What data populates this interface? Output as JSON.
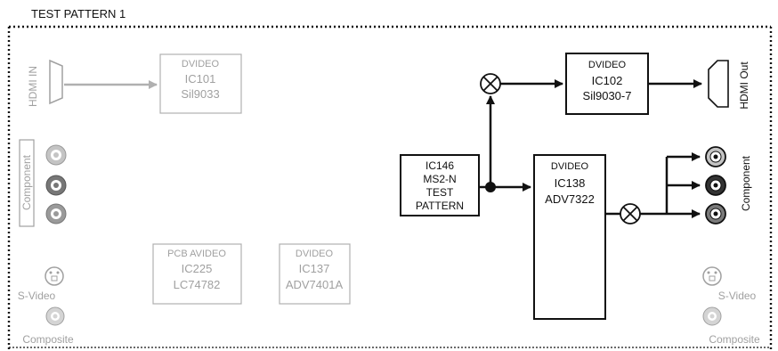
{
  "title": "TEST PATTERN 1",
  "colors": {
    "active": "#111111",
    "inactive": "#b0b0b0",
    "inactive_text": "#a0a0a0"
  },
  "left_side": {
    "hdmi_in_label": "HDMI IN",
    "component_label": "Component",
    "svideo_label": "S-Video",
    "composite_label": "Composite"
  },
  "right_side": {
    "hdmi_out_label": "HDMI Out",
    "component_label": "Component",
    "svideo_label": "S-Video",
    "composite_label": "Composite"
  },
  "blocks": {
    "ic101": {
      "line1": "DVIDEO",
      "line2": "IC101",
      "line3": "Sil9033"
    },
    "ic102": {
      "line1": "DVIDEO",
      "line2": "IC102",
      "line3": "Sil9030-7"
    },
    "ic146": {
      "line1": "IC146",
      "line2": "MS2-N",
      "line3": "TEST",
      "line4": "PATTERN"
    },
    "ic138": {
      "line1": "DVIDEO",
      "line2": "IC138",
      "line3": "ADV7322"
    },
    "ic225": {
      "line1": "PCB AVIDEO",
      "line2": "IC225",
      "line3": "LC74782"
    },
    "ic137": {
      "line1": "DVIDEO",
      "line2": "IC137",
      "line3": "ADV7401A"
    }
  },
  "icons": {
    "mixer": "circle-x-icon",
    "rca": "rca-jack-icon",
    "svideo": "svideo-connector-icon",
    "hdmi": "hdmi-connector-icon"
  }
}
